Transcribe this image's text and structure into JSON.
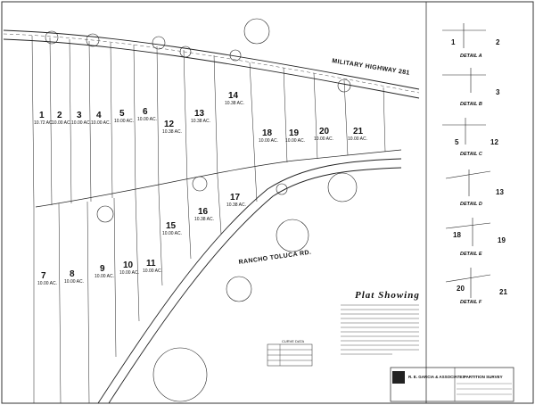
{
  "road_labels": {
    "highway": "MILITARY HIGHWAY 281",
    "rancho": "RANCHO TOLUCA RD."
  },
  "title": "Plat Showing",
  "lots": [
    {
      "num": "1",
      "area": "10.72 AC."
    },
    {
      "num": "2",
      "area": "10.00 AC."
    },
    {
      "num": "3",
      "area": "10.00 AC."
    },
    {
      "num": "4",
      "area": "10.00 AC."
    },
    {
      "num": "5",
      "area": "10.00 AC."
    },
    {
      "num": "6",
      "area": "10.00 AC."
    },
    {
      "num": "7",
      "area": "10.00 AC."
    },
    {
      "num": "8",
      "area": "10.00 AC."
    },
    {
      "num": "9",
      "area": "10.00 AC."
    },
    {
      "num": "10",
      "area": "10.00 AC."
    },
    {
      "num": "11",
      "area": "10.00 AC."
    },
    {
      "num": "12",
      "area": "10.38 AC."
    },
    {
      "num": "13",
      "area": "10.38 AC."
    },
    {
      "num": "14",
      "area": "10.38 AC."
    },
    {
      "num": "15",
      "area": "10.00 AC."
    },
    {
      "num": "16",
      "area": "10.38 AC."
    },
    {
      "num": "17",
      "area": "10.38 AC."
    },
    {
      "num": "18",
      "area": "10.00 AC."
    },
    {
      "num": "19",
      "area": "10.00 AC."
    },
    {
      "num": "20",
      "area": "10.00 AC."
    },
    {
      "num": "21",
      "area": "10.00 AC."
    }
  ],
  "details": [
    {
      "label": "DETAIL A",
      "lots": [
        "1",
        "2"
      ]
    },
    {
      "label": "DETAIL B",
      "lots": [
        "3"
      ]
    },
    {
      "label": "DETAIL C",
      "lots": [
        "5",
        "12"
      ]
    },
    {
      "label": "DETAIL D",
      "lots": [
        "13"
      ]
    },
    {
      "label": "DETAIL E",
      "lots": [
        "18",
        "19"
      ]
    },
    {
      "label": "DETAIL F",
      "lots": [
        "20",
        "21"
      ]
    }
  ],
  "curve_table": {
    "title": "CURVE DATA"
  },
  "title_block": {
    "firm": "R. E. GARCIA & ASSOCIATES",
    "job": "PARTITION SURVEY"
  }
}
